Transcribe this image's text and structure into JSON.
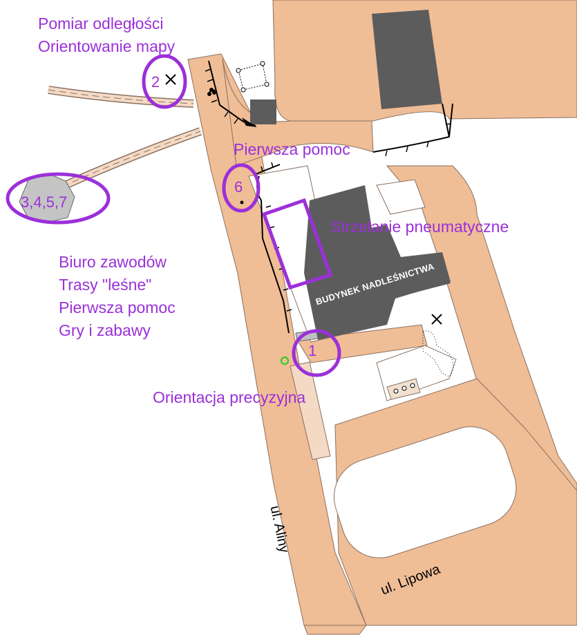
{
  "map": {
    "labels": {
      "measure_distance": "Pomiar odległości",
      "orient_map": "Orientowanie mapy",
      "first_aid_top": "Pierwsza pomoc",
      "air_shooting": "Strzelanie pneumatyczne",
      "precision_orienteering": "Orientacja precyzyjna"
    },
    "info_block": [
      "Biuro zawodów",
      "Trasy \"leśne\"",
      "Pierwsza pomoc",
      "Gry i zabawy"
    ],
    "markers": {
      "m1": "1",
      "m2": "2",
      "m6": "6",
      "m3457": "3,4,5,7"
    },
    "building_label": "BUDYNEK NADLEŚNICTWA",
    "streets": {
      "aliny": "ul. Aliny",
      "lipowa": "ul. Lipowa"
    },
    "colors": {
      "paved": "#efbd96",
      "path": "#f4d9c4",
      "building": "#5c5c5c",
      "accent": "#9b30d9",
      "rock": "#c4c4c4"
    }
  }
}
